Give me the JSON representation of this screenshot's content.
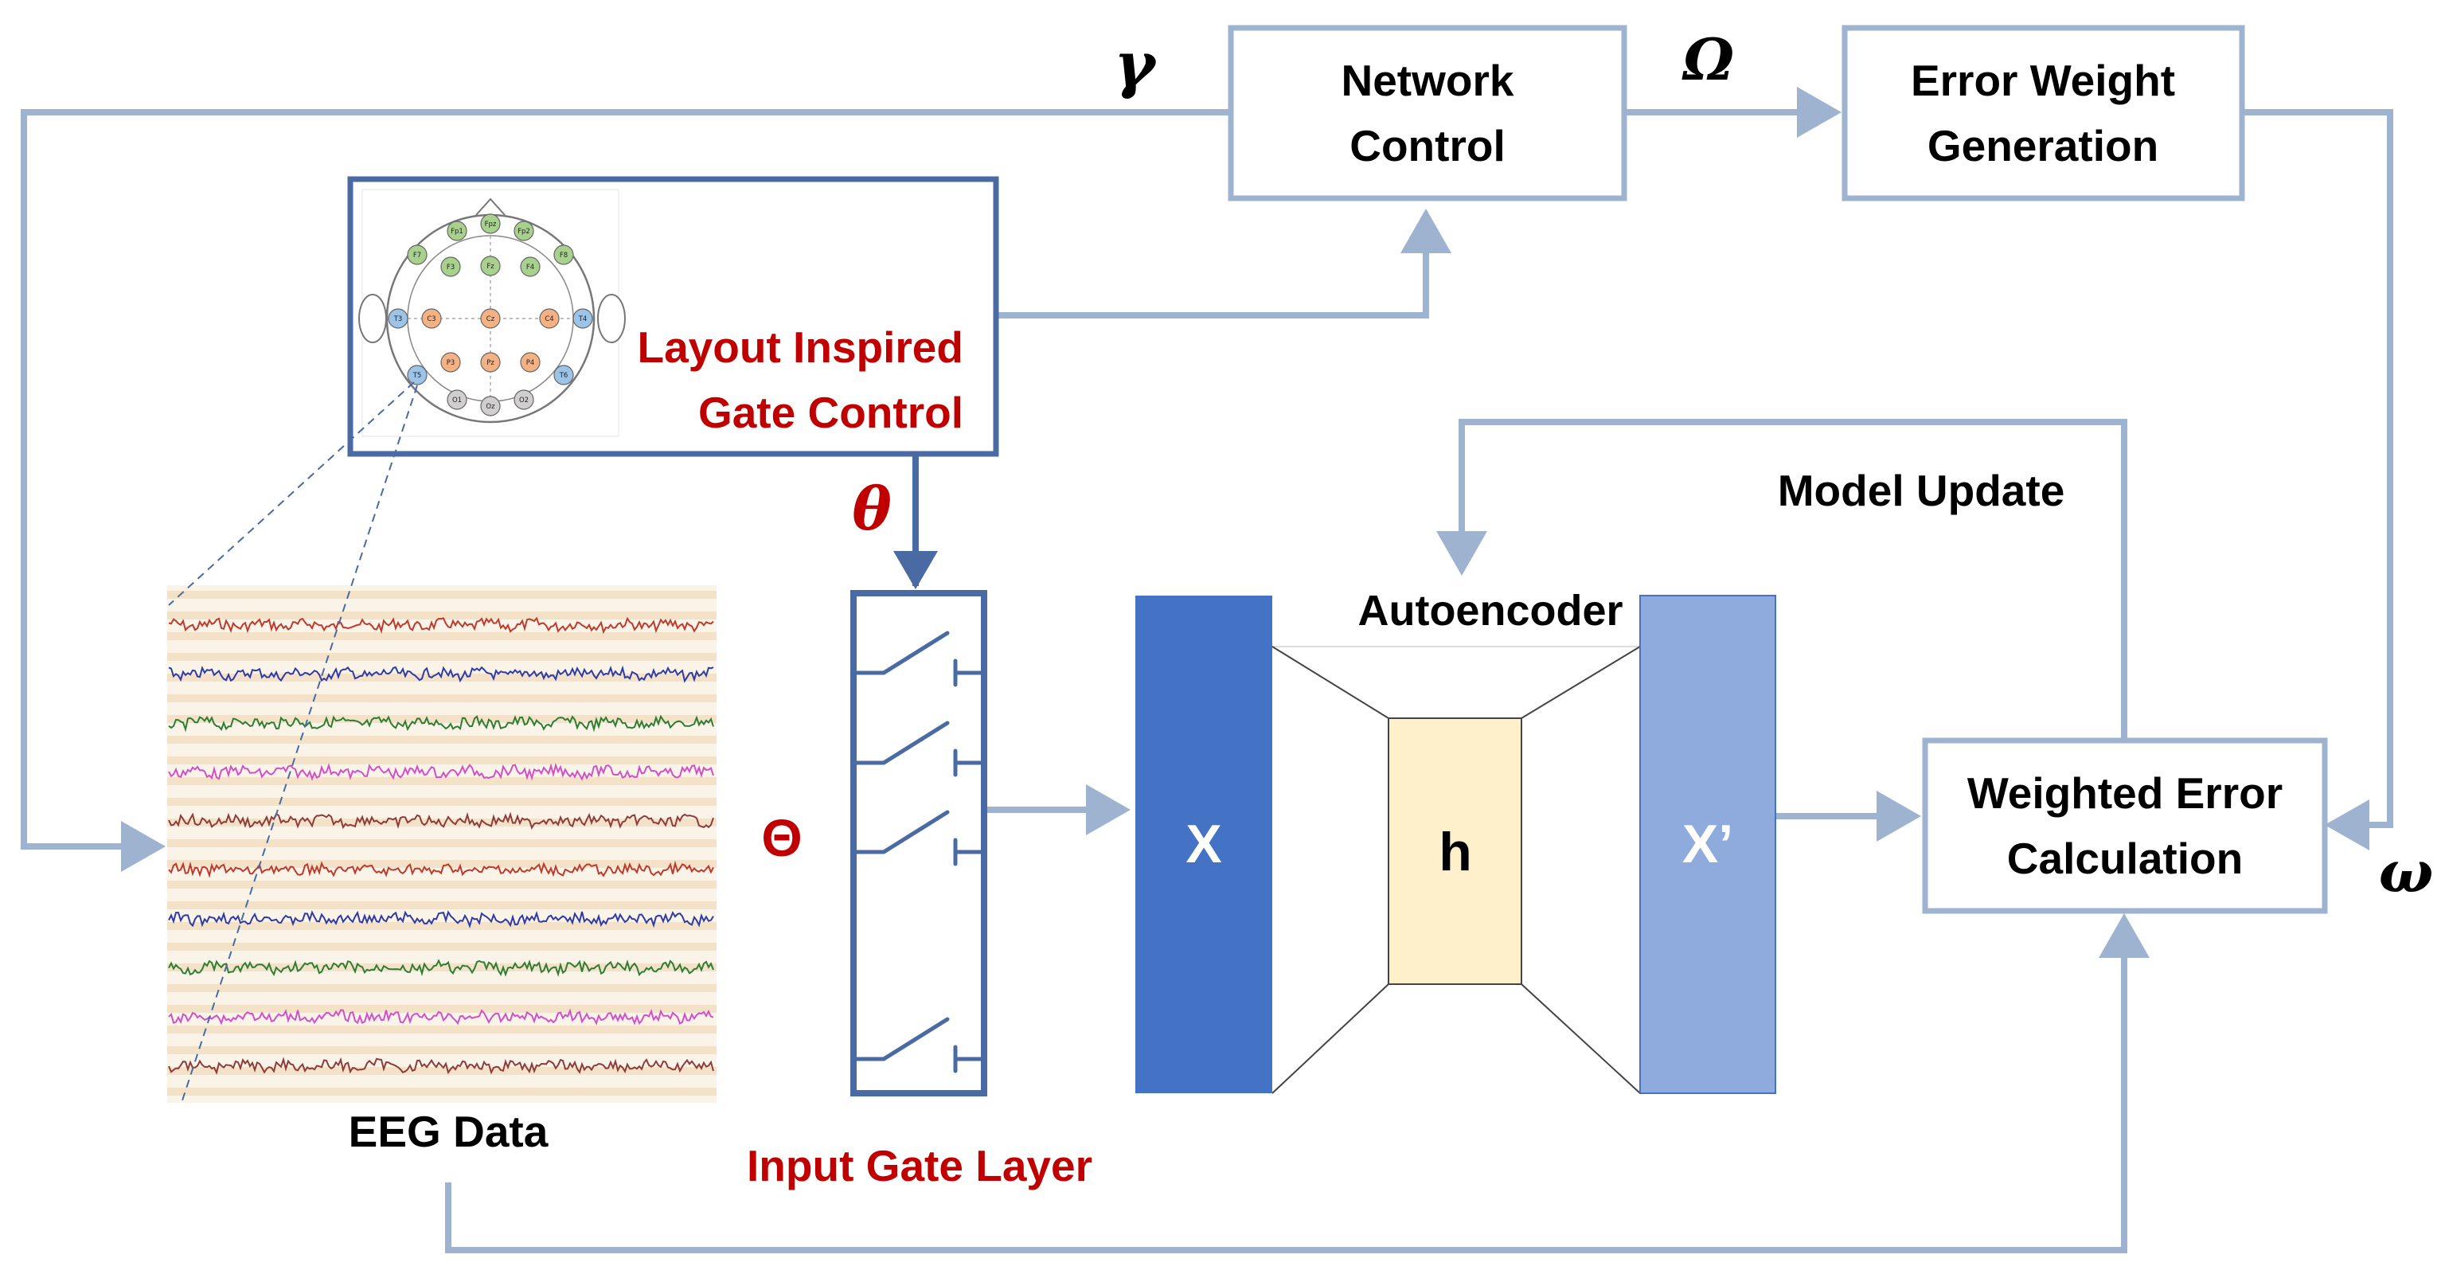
{
  "colors": {
    "arrow": "#9db3cf",
    "frame_dark": "#4a6aa3",
    "accent_red": "#c00000",
    "enc_x": "#4472c4",
    "enc_h": "#fdf0cb",
    "enc_xp": "#8faadc",
    "eeg_bg": "#faf4e8",
    "eeg_stripe": "#f3e2c8"
  },
  "labels": {
    "gamma": "γ",
    "omega_cap": "Ω",
    "omega": "ω",
    "theta": "θ",
    "theta_cap": "Θ",
    "network_control_1": "Network",
    "network_control_2": "Control",
    "error_weight_1": "Error Weight",
    "error_weight_2": "Generation",
    "layout_gate_1": "Layout Inspired",
    "layout_gate_2": "Gate Control",
    "model_update": "Model Update",
    "autoencoder": "Autoencoder",
    "x": "X",
    "h": "h",
    "x_prime": "X’",
    "weighted_error_1": "Weighted Error",
    "weighted_error_2": "Calculation",
    "eeg_data": "EEG Data",
    "input_gate_layer": "Input Gate Layer"
  },
  "electrodes": [
    {
      "name": "Fp1",
      "group": "frontal"
    },
    {
      "name": "Fpz",
      "group": "frontal"
    },
    {
      "name": "Fp2",
      "group": "frontal"
    },
    {
      "name": "F7",
      "group": "frontal"
    },
    {
      "name": "Fz",
      "group": "frontal"
    },
    {
      "name": "F8",
      "group": "frontal"
    },
    {
      "name": "F3",
      "group": "frontal"
    },
    {
      "name": "F4",
      "group": "frontal"
    },
    {
      "name": "T3",
      "group": "temporal"
    },
    {
      "name": "C3",
      "group": "central"
    },
    {
      "name": "Cz",
      "group": "central"
    },
    {
      "name": "C4",
      "group": "central"
    },
    {
      "name": "T4",
      "group": "temporal"
    },
    {
      "name": "T5",
      "group": "temporal"
    },
    {
      "name": "P3",
      "group": "central"
    },
    {
      "name": "Pz",
      "group": "central"
    },
    {
      "name": "P4",
      "group": "central"
    },
    {
      "name": "T6",
      "group": "temporal"
    },
    {
      "name": "O1",
      "group": "occipital"
    },
    {
      "name": "Oz",
      "group": "occipital"
    },
    {
      "name": "O2",
      "group": "occipital"
    }
  ],
  "electrode_colors": {
    "frontal": "#a9d18e",
    "central": "#f4b183",
    "temporal": "#9dc3e6",
    "occipital": "#d0cece"
  },
  "eeg_traces": [
    {
      "color": "#c0392b"
    },
    {
      "color": "#2e3aa8"
    },
    {
      "color": "#2e7d32"
    },
    {
      "color": "#d14fc9"
    },
    {
      "color": "#8e3b3b"
    },
    {
      "color": "#c0392b"
    },
    {
      "color": "#2e3aa8"
    },
    {
      "color": "#2e7d32"
    },
    {
      "color": "#d14fc9"
    },
    {
      "color": "#8e3b3b"
    }
  ]
}
